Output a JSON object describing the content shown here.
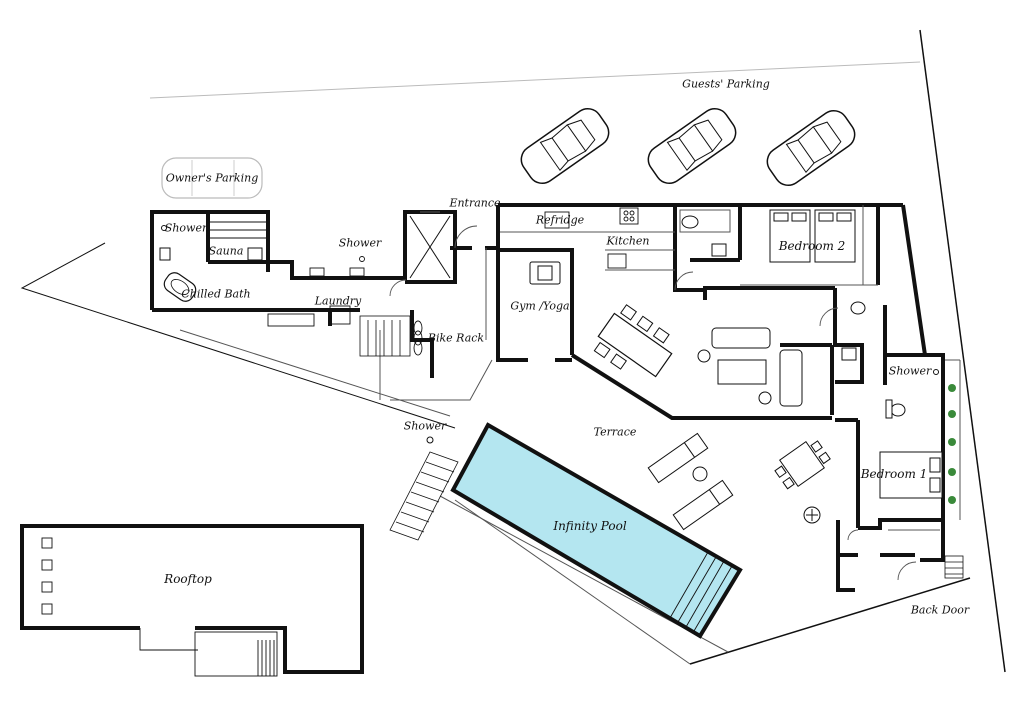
{
  "plan": {
    "colors": {
      "wall": "#111111",
      "pool": "#b4e6f0",
      "floor_line": "#555555"
    },
    "labels": {
      "guests_parking": "Guests' Parking",
      "owners_parking": "Owner's Parking",
      "entrance": "Entrance",
      "refridge": "Refridge",
      "kitchen": "Kitchen",
      "bedroom_2": "Bedroom 2",
      "shower_top_left": "Shower",
      "sauna": "Sauna",
      "shower_corridor": "Shower",
      "chilled_bath": "Chilled Bath",
      "laundry": "Laundry",
      "gym_yoga": "Gym /Yoga",
      "bike_rack": "Bike Rack",
      "shower_outdoor": "Shower",
      "terrace": "Terrace",
      "shower_right": "Shower",
      "bedroom_1": "Bedroom 1",
      "infinity_pool": "Infinity Pool",
      "rooftop": "Rooftop",
      "back_door": "Back Door"
    },
    "icons": [
      "car-icon",
      "sofa-icon",
      "bed-icon",
      "toilet-icon",
      "dining-table-icon",
      "sun-lounger-icon",
      "bbq-grill-icon",
      "treadmill-icon",
      "plant-icon",
      "staircase-icon"
    ]
  }
}
